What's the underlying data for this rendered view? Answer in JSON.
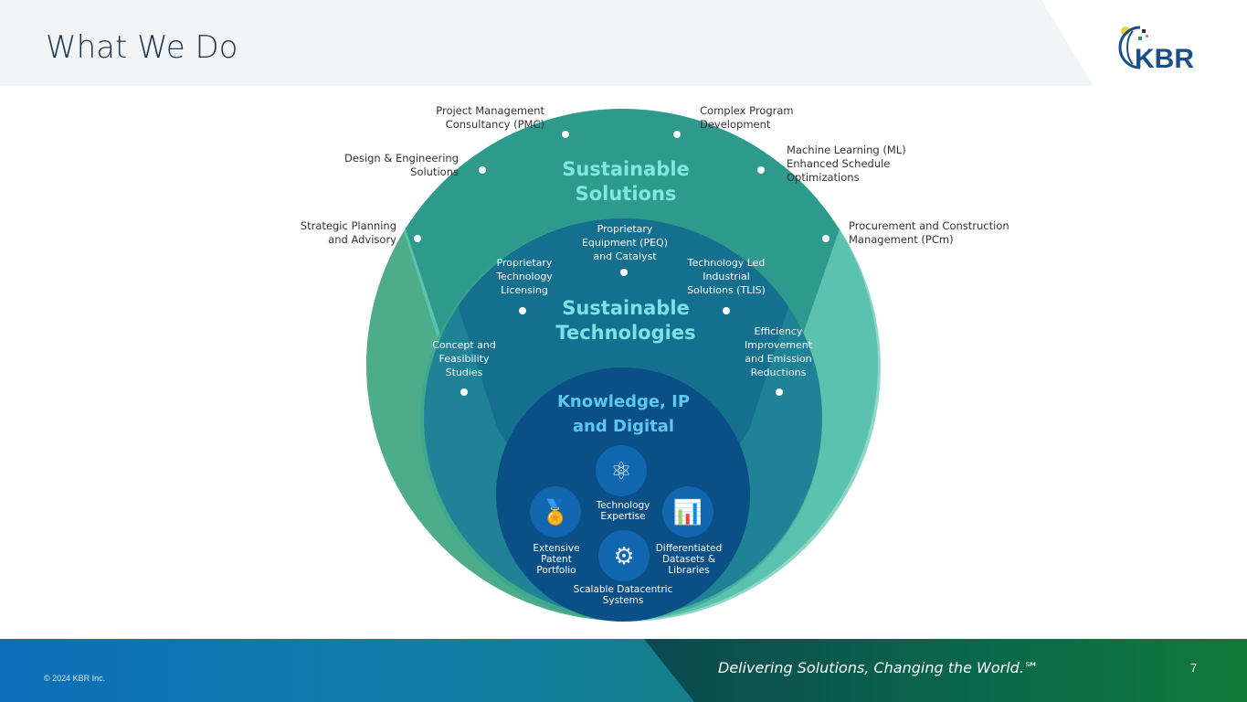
{
  "header": {
    "title": "What We Do",
    "logo_text": "KBR"
  },
  "diagram": {
    "outer": {
      "title": "Sustainable Solutions",
      "items": [
        "Project Management Consultancy (PMC)",
        "Complex Program Development",
        "Design & Engineering Solutions",
        "Machine Learning (ML) Enhanced Schedule Optimizations",
        "Strategic Planning and Advisory",
        "Procurement and Construction Management (PCm)"
      ]
    },
    "middle": {
      "title": "Sustainable Technologies",
      "items": [
        "Proprietary Equipment (PEQ) and Catalyst",
        "Proprietary Technology Licensing",
        "Technology Led Industrial Solutions (TLIS)",
        "Concept and Feasibility Studies",
        "Efficiency Improvement and Emission Reductions"
      ]
    },
    "inner": {
      "title": "Knowledge, IP and Digital",
      "items": [
        {
          "label": "Technology Expertise",
          "icon": "atom-monitor-icon"
        },
        {
          "label": "Extensive Patent Portfolio",
          "icon": "medal-icon"
        },
        {
          "label": "Differentiated Datasets & Libraries",
          "icon": "data-chart-icon"
        },
        {
          "label": "Scalable Datacentric Systems",
          "icon": "gear-screen-icon"
        }
      ]
    }
  },
  "footer": {
    "copyright": "© 2024 KBR Inc.",
    "tagline": "Delivering Solutions, Changing the World.℠",
    "page": "7"
  },
  "colors": {
    "title": "#1f3550",
    "outer": "#5cc2b0",
    "middle": "#1f7f96",
    "inner": "#0a4f86",
    "headline": "#7fe0ea"
  }
}
